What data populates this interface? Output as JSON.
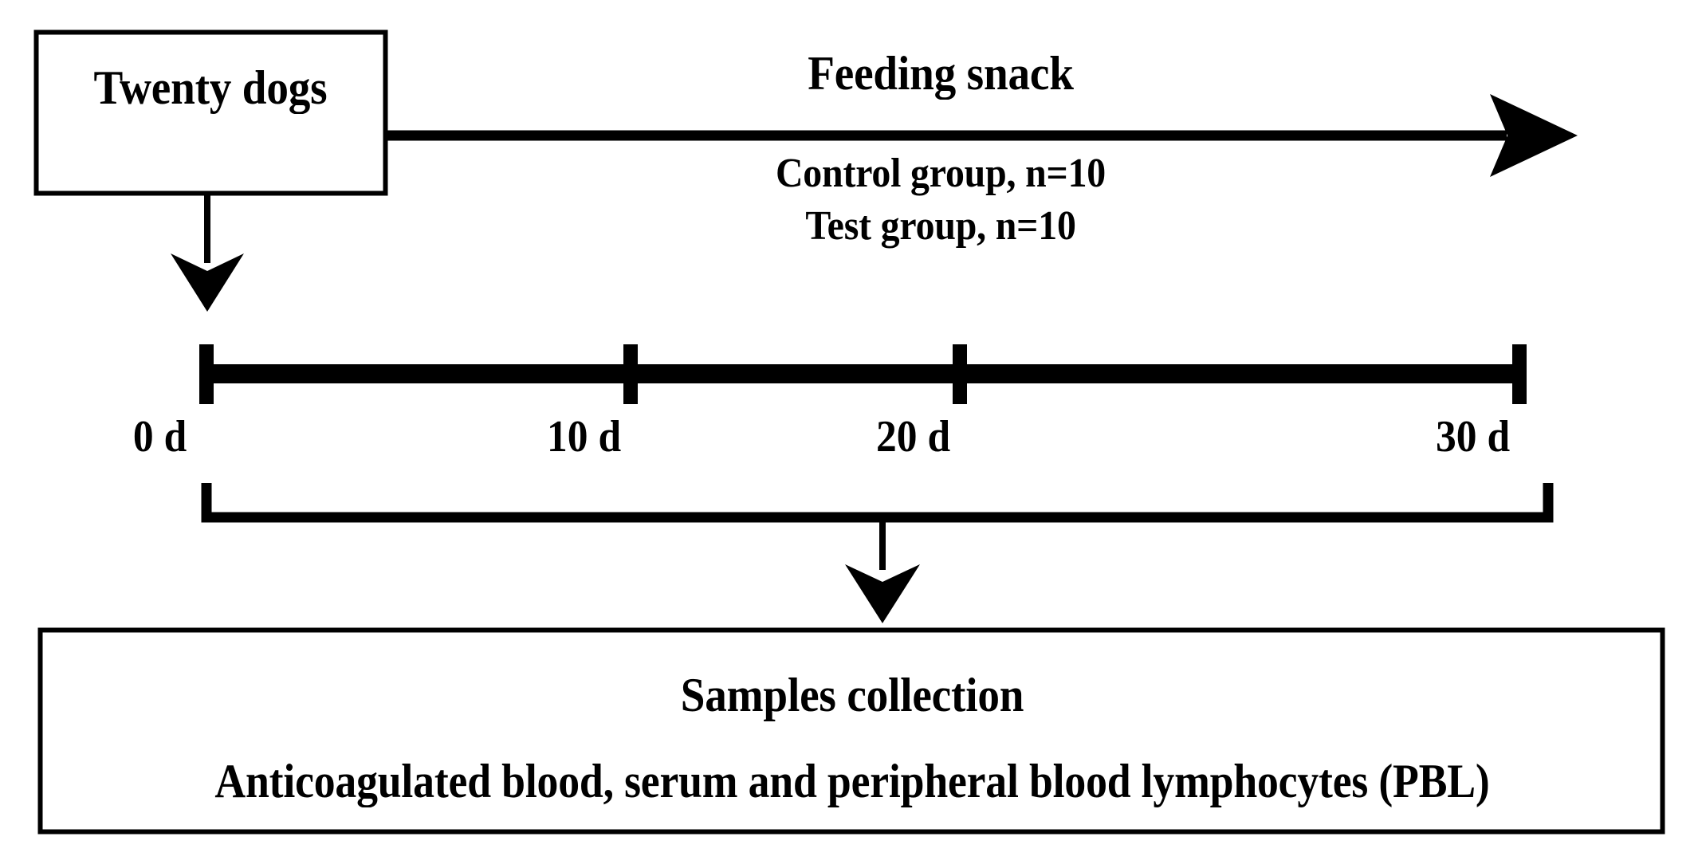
{
  "diagram": {
    "type": "experimental-design-flowchart",
    "background_color": "#ffffff",
    "stroke_color": "#000000"
  },
  "cohort": {
    "label": "Twenty dogs"
  },
  "intervention": {
    "title": "Feeding snack",
    "groups": [
      {
        "label": "Control group, n=10"
      },
      {
        "label": "Test group, n=10"
      }
    ]
  },
  "timeline": {
    "ticks": [
      {
        "label": "0 d",
        "value": 0
      },
      {
        "label": "10 d",
        "value": 10
      },
      {
        "label": "20 d",
        "value": 20
      },
      {
        "label": "30 d",
        "value": 30
      }
    ]
  },
  "outcome": {
    "title": "Samples collection",
    "detail": "Anticoagulated blood, serum and peripheral blood lymphocytes (PBL)"
  }
}
